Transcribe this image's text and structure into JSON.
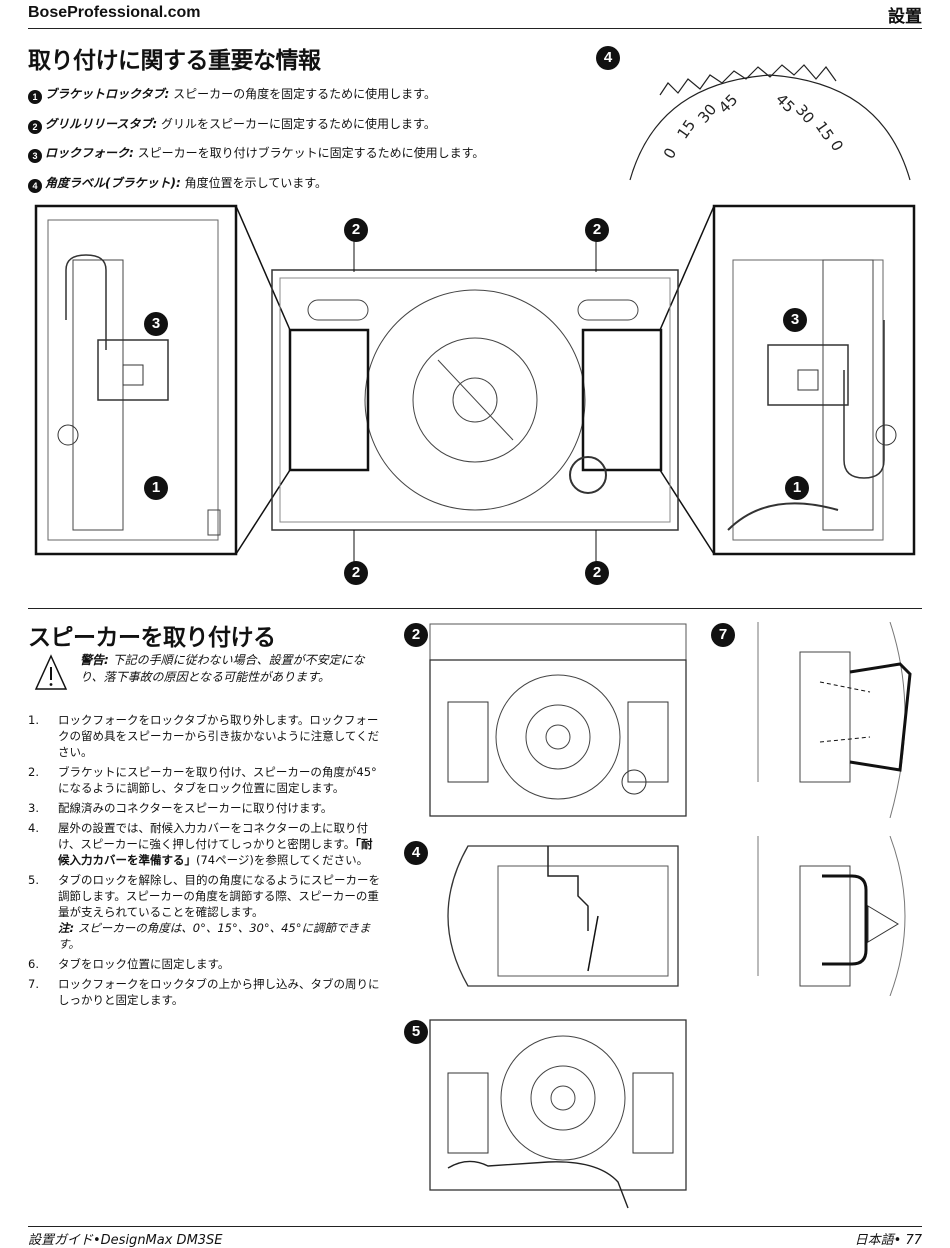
{
  "header": {
    "site": "BoseProfessional.com",
    "section": "設置"
  },
  "section1": {
    "title": "取り付けに関する重要な情報",
    "items": [
      {
        "num": "1",
        "term": "ブラケットロックタブ:",
        "desc": " スピーカーの角度を固定するために使用します。"
      },
      {
        "num": "2",
        "term": "グリルリリースタブ:",
        "desc": " グリルをスピーカーに固定するために使用します。"
      },
      {
        "num": "3",
        "term": "ロックフォーク:",
        "desc": " スピーカーを取り付けブラケットに固定するために使用します。"
      },
      {
        "num": "4",
        "term": "角度ラベル(ブラケット):",
        "desc": " 角度位置を示しています。"
      }
    ]
  },
  "angle_label": {
    "left": [
      "0",
      "15",
      "30",
      "45"
    ],
    "right": [
      "45",
      "30",
      "15",
      "0"
    ]
  },
  "diagram_callouts": {
    "n1": "1",
    "n2": "2",
    "n3": "3",
    "n4": "4",
    "n5": "5",
    "n7": "7"
  },
  "section2": {
    "title": "スピーカーを取り付ける",
    "warning_term": "警告:",
    "warning_text": " 下記の手順に従わない場合、設置が不安定になり、落下事故の原因となる可能性があります。",
    "steps": [
      {
        "n": "1.",
        "text": "ロックフォークをロックタブから取り外します。ロックフォークの留め具をスピーカーから引き抜かないように注意してください。"
      },
      {
        "n": "2.",
        "text": "ブラケットにスピーカーを取り付け、スピーカーの角度が45°になるように調節し、タブをロック位置に固定します。"
      },
      {
        "n": "3.",
        "text": "配線済みのコネクターをスピーカーに取り付けます。"
      },
      {
        "n": "4.",
        "text_a": "屋外の設置では、耐候入力カバーをコネクターの上に取り付け、スピーカーに強く押し付けてしっかりと密閉します。",
        "text_b": "「耐候入力カバーを準備する」",
        "text_c": "(74ページ)を参照してください。"
      },
      {
        "n": "5.",
        "text": "タブのロックを解除し、目的の角度になるようにスピーカーを調節します。スピーカーの角度を調節する際、スピーカーの重量が支えられていることを確認します。",
        "note_term": "注:",
        "note": " スピーカーの角度は、0°、15°、30°、45°に調節できます。"
      },
      {
        "n": "6.",
        "text": "タブをロック位置に固定します。"
      },
      {
        "n": "7.",
        "text": "ロックフォークをロックタブの上から押し込み、タブの周りにしっかりと固定します。"
      }
    ]
  },
  "footer": {
    "left": "設置ガイド•DesignMax DM3SE",
    "right": "日本語• 77"
  }
}
